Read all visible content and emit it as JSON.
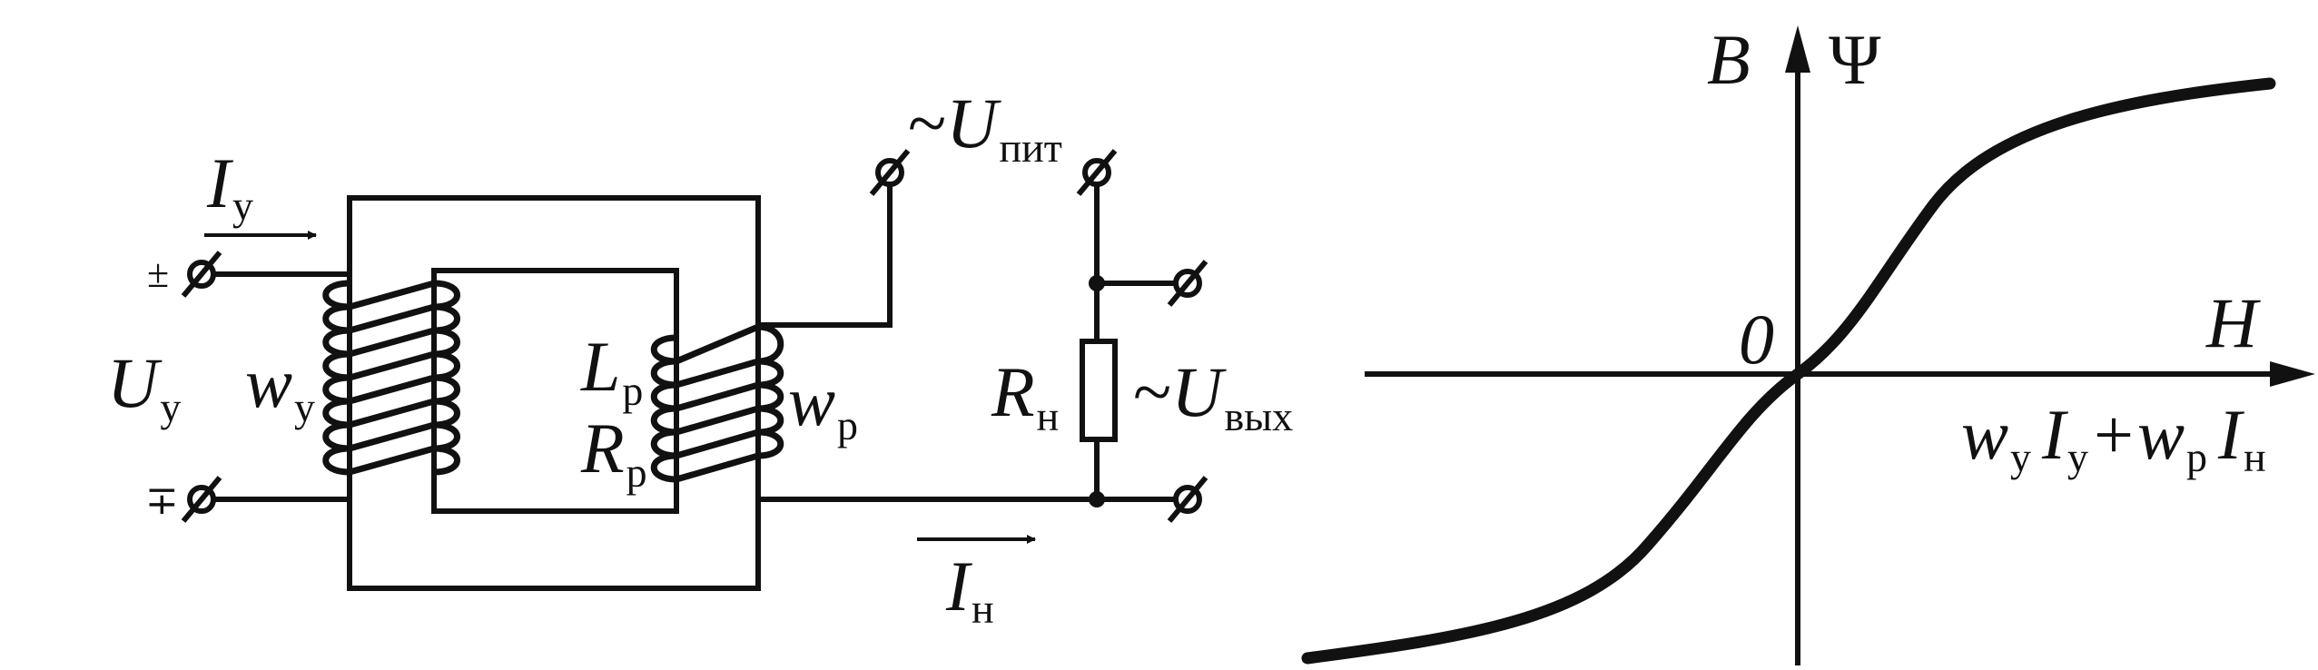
{
  "circuit": {
    "current_control": {
      "main": "I",
      "sub": "у"
    },
    "voltage_control": {
      "main": "U",
      "sub": "у"
    },
    "winding_control": {
      "main": "w",
      "sub": "у"
    },
    "winding_working": {
      "main": "w",
      "sub": "р"
    },
    "inductance": {
      "main": "L",
      "sub": "р"
    },
    "resistance": {
      "main": "R",
      "sub": "р"
    },
    "supply": {
      "tilde": "~",
      "main": "U",
      "sub": "пит"
    },
    "load": {
      "main": "R",
      "sub": "н"
    },
    "output": {
      "tilde": "~",
      "main": "U",
      "sub": "вых"
    },
    "current_load": {
      "main": "I",
      "sub": "н"
    },
    "sign_top": "±",
    "sign_bottom": "∓"
  },
  "graph": {
    "y_label": "B",
    "y_label_alt": "Ψ",
    "origin": "0",
    "x_label": "H",
    "x_formula": {
      "w1": "w",
      "w1_sub": "у",
      "i1": "I",
      "i1_sub": "у",
      "plus": "+",
      "w2": "w",
      "w2_sub": "р",
      "i2": "I",
      "i2_sub": "н"
    }
  }
}
